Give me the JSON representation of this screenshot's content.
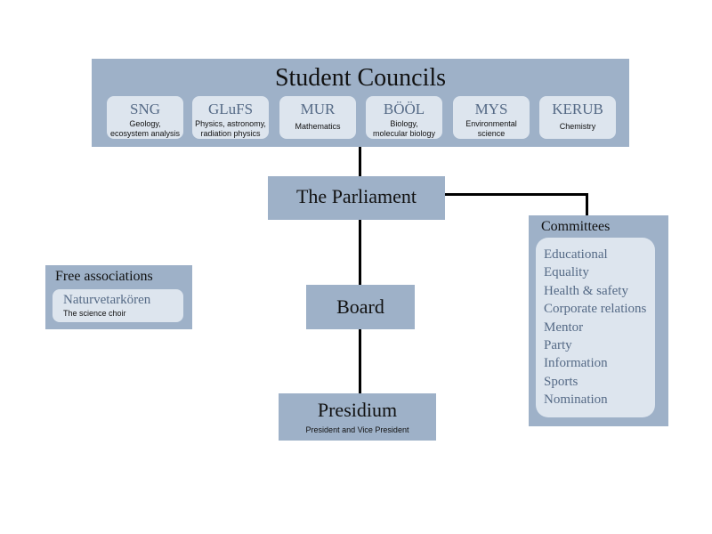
{
  "student_councils": {
    "title": "Student Councils",
    "councils": [
      {
        "name": "SNG",
        "description_lines": [
          "Geology,",
          "ecosystem analysis"
        ]
      },
      {
        "name": "GLuFS",
        "description_lines": [
          "Physics, astronomy,",
          "radiation physics"
        ]
      },
      {
        "name": "MUR",
        "description_lines": [
          "Mathematics"
        ]
      },
      {
        "name": "BÖÖL",
        "description_lines": [
          "Biology,",
          "molecular biology"
        ]
      },
      {
        "name": "MYS",
        "description_lines": [
          "Environmental",
          "science"
        ]
      },
      {
        "name": "KERUB",
        "description_lines": [
          "Chemistry"
        ]
      }
    ]
  },
  "parliament": {
    "title": "The Parliament"
  },
  "board": {
    "title": "Board"
  },
  "presidium": {
    "title": "Presidium",
    "subtitle": "President and Vice President"
  },
  "committees": {
    "title": "Committees",
    "items": [
      "Educational",
      "Equality",
      "Health & safety",
      "Corporate relations",
      "Mentor",
      "Party",
      "Information",
      "Sports",
      "Nomination"
    ]
  },
  "free_associations": {
    "title": "Free associations",
    "items": [
      {
        "name": "Naturvetarkören",
        "description": "The science choir"
      }
    ]
  },
  "colors": {
    "box_fill": "#9eb1c8",
    "pill_fill": "#dde5ee",
    "pill_text": "#556a86",
    "connector": "#000000"
  }
}
